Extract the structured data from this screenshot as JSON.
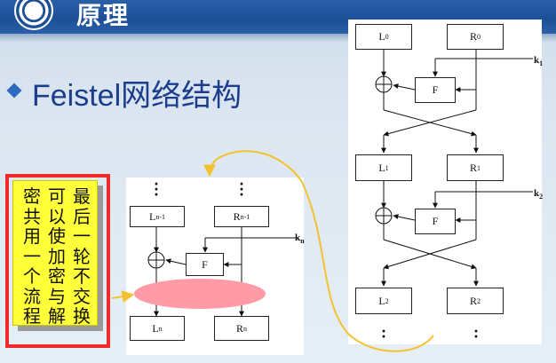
{
  "header": {
    "title": "原理",
    "logo_icon": "university-seal-icon"
  },
  "bullet": {
    "text": "Feistel网络结构",
    "icon": "diamond-bullet-icon"
  },
  "note": {
    "columns": [
      "最后一轮不交换",
      "可以使加密与解",
      "密共用一个流程"
    ]
  },
  "diagram_last_round": {
    "left_in": "L",
    "left_in_sub": "n-1",
    "right_in": "R",
    "right_in_sub": "n-1",
    "f_label": "F",
    "key": "k",
    "key_sub": "n",
    "left_out": "L",
    "left_out_sub": "n",
    "right_out": "R",
    "right_out_sub": "n"
  },
  "diagram_rounds": {
    "l0": "L",
    "l0_sub": "0",
    "r0": "R",
    "r0_sub": "0",
    "k1": "k",
    "k1_sub": "1",
    "f1": "F",
    "l1": "L",
    "l1_sub": "1",
    "r1": "R",
    "r1_sub": "1",
    "k2": "k",
    "k2_sub": "2",
    "f2": "F",
    "l2": "L",
    "l2_sub": "2",
    "r2": "R",
    "r2_sub": "2"
  },
  "colors": {
    "header_bg": "#1d4f97",
    "note_bg": "#ffff3a",
    "highlight_frame": "#ee2a2a",
    "highlight_ellipse": "#ff9aa6",
    "annotation_curve": "#f2c230"
  }
}
